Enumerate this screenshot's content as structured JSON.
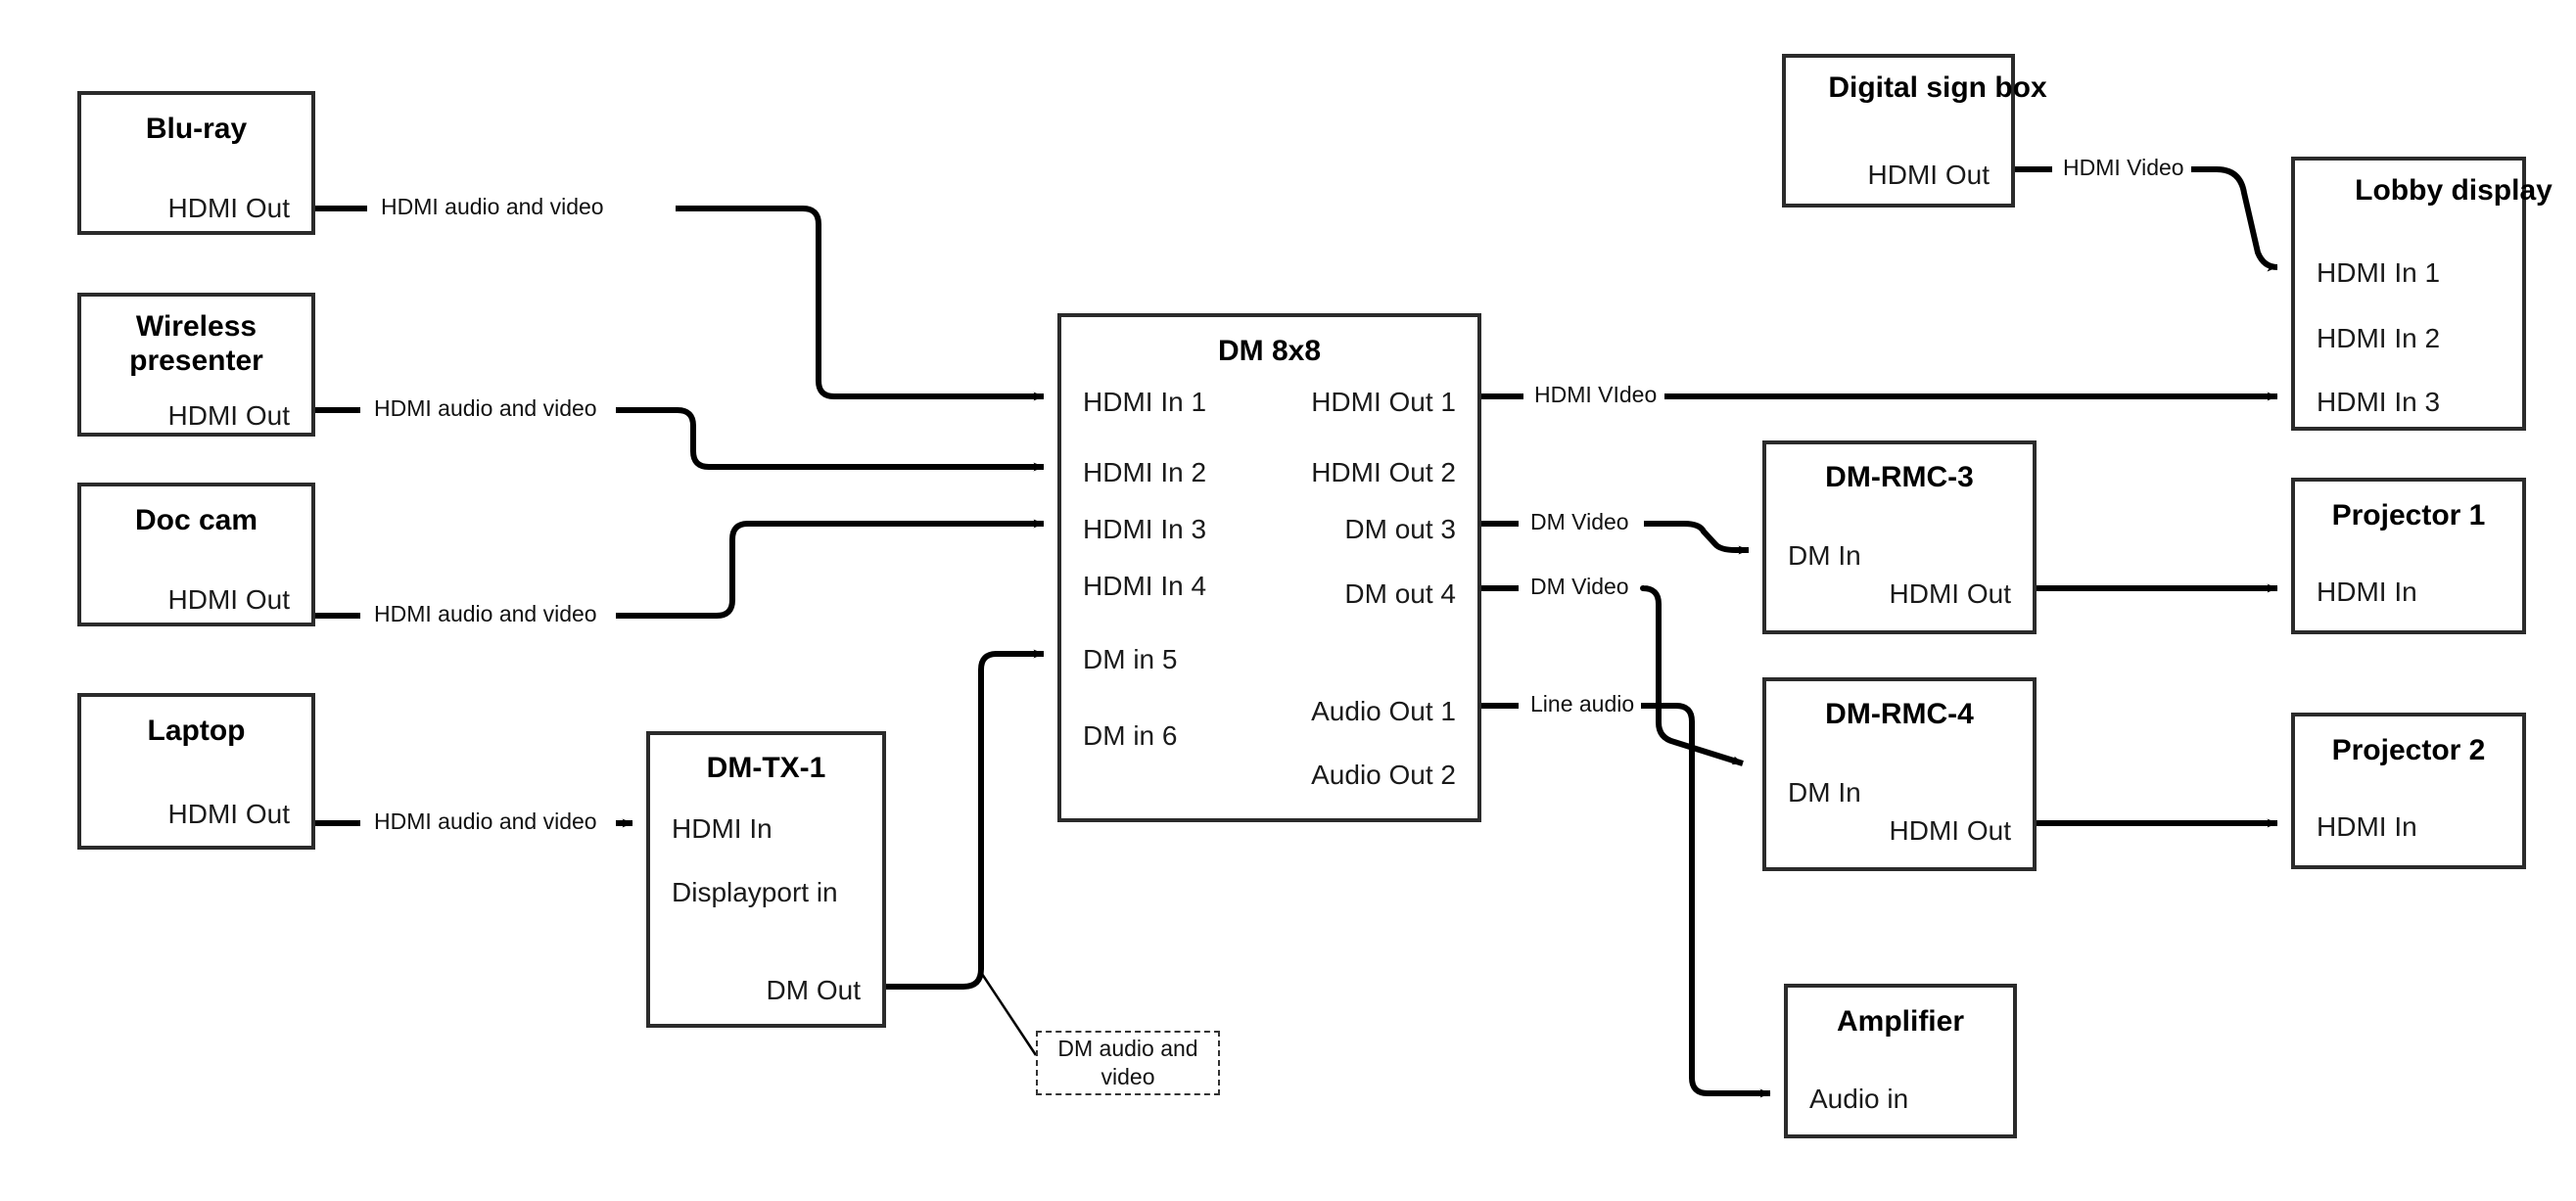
{
  "diagram": {
    "title": "AV signal flow diagram",
    "colors": {
      "box_border": "#2b2b2b",
      "wire": "#000000",
      "text": "#111111",
      "background": "#ffffff"
    }
  },
  "nodes": {
    "bluray": {
      "title": "Blu-ray",
      "ports": [
        "HDMI Out"
      ]
    },
    "wireless": {
      "title": "Wireless presenter",
      "ports": [
        "HDMI Out"
      ]
    },
    "doccam": {
      "title": "Doc cam",
      "ports": [
        "HDMI Out"
      ]
    },
    "laptop": {
      "title": "Laptop",
      "ports": [
        "HDMI Out"
      ]
    },
    "dmtx1": {
      "title": "DM-TX-1",
      "ports": [
        "HDMI In",
        "Displayport in",
        "DM Out"
      ]
    },
    "dm8x8": {
      "title": "DM 8x8",
      "inputs": [
        "HDMI In 1",
        "HDMI In 2",
        "HDMI In 3",
        "HDMI In 4",
        "DM in 5",
        "DM in 6"
      ],
      "outputs": [
        "HDMI Out 1",
        "HDMI Out 2",
        "DM out 3",
        "DM out 4",
        "Audio Out 1",
        "Audio Out 2"
      ]
    },
    "digitalsign": {
      "title": "Digital sign box",
      "ports": [
        "HDMI Out"
      ]
    },
    "lobby": {
      "title": "Lobby display",
      "ports": [
        "HDMI In 1",
        "HDMI In 2",
        "HDMI In 3"
      ]
    },
    "dmrmc3": {
      "title": "DM-RMC-3",
      "ports": [
        "DM In",
        "HDMI Out"
      ]
    },
    "dmrmc4": {
      "title": "DM-RMC-4",
      "ports": [
        "DM In",
        "HDMI Out"
      ]
    },
    "projector1": {
      "title": "Projector 1",
      "ports": [
        "HDMI In"
      ]
    },
    "projector2": {
      "title": "Projector 2",
      "ports": [
        "HDMI In"
      ]
    },
    "amplifier": {
      "title": "Amplifier",
      "ports": [
        "Audio in"
      ]
    }
  },
  "wire_labels": {
    "bluray_to_in1": "HDMI audio and video",
    "wireless_to_in2": "HDMI audio and video",
    "doccam_to_in3": "HDMI audio and video",
    "laptop_to_tx": "HDMI audio and video",
    "sign_to_lobby": "HDMI Video",
    "out1_to_lobby3": "HDMI VIdeo",
    "out3_to_rmc3": "DM Video",
    "out4_to_rmc4": "DM Video",
    "audio1_to_amp": "Line audio"
  },
  "callouts": {
    "dm_audio_video": "DM audio and video"
  }
}
